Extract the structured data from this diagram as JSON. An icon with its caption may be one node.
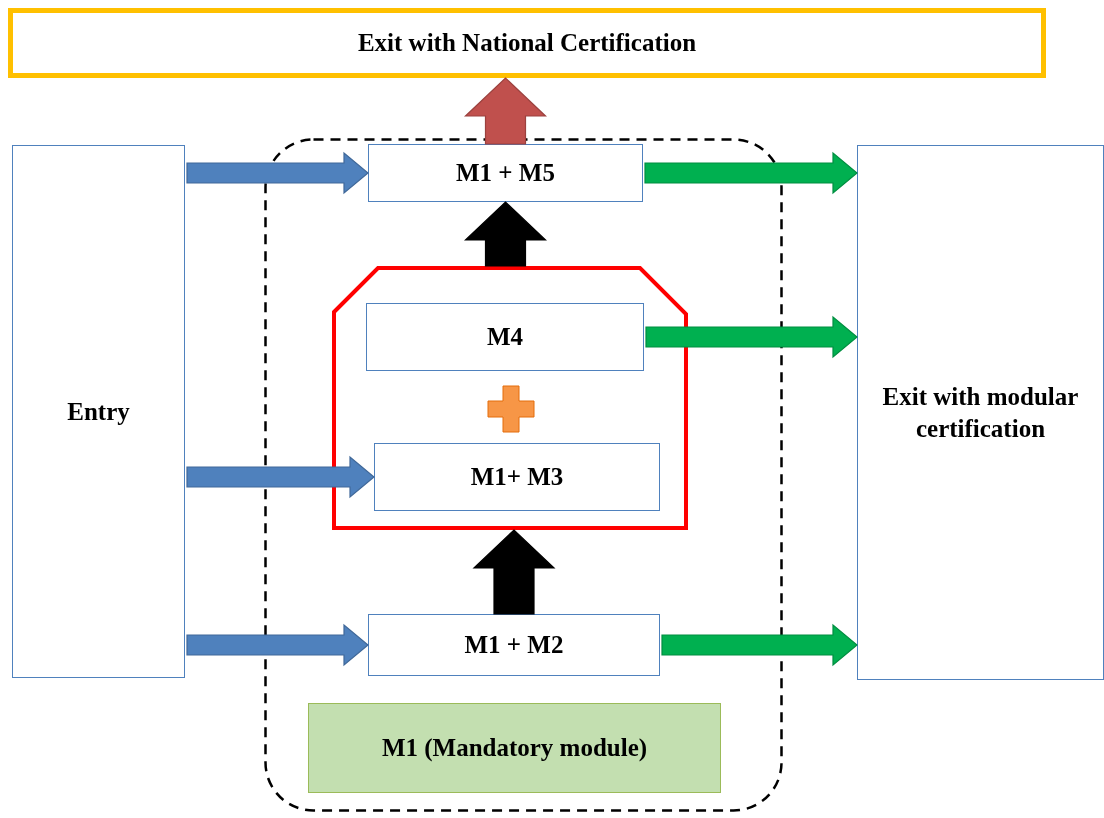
{
  "diagram": {
    "nodes": [
      {
        "text": [
          "Exit with National Certification"
        ]
      },
      {
        "text": [
          "Entry"
        ]
      },
      {
        "text": [],
        "shape": "box"
      },
      {
        "text": [
          "M1 + M5"
        ],
        "in": 2
      },
      {
        "text": [],
        "shape": "box",
        "in": 2
      },
      {
        "text": [
          "M4"
        ],
        "in": 4
      },
      {
        "text": [
          "M1+ M3"
        ],
        "in": 4
      },
      {
        "text": [
          "M1 + M2"
        ],
        "in": 2
      },
      {
        "text": [
          "M1 (Mandatory module)"
        ],
        "in": 2
      },
      {
        "text": [
          "Exit with modular certification"
        ]
      }
    ],
    "edges": [
      {
        "from": 1,
        "to": 3,
        "arrow": "to",
        "color": "#4f81bd"
      },
      {
        "from": 1,
        "to": 6,
        "arrow": "to",
        "color": "#4f81bd"
      },
      {
        "from": 1,
        "to": 7,
        "arrow": "to",
        "color": "#4f81bd"
      },
      {
        "from": 3,
        "to": 9,
        "arrow": "to",
        "color": "#00b050"
      },
      {
        "from": 5,
        "to": 9,
        "arrow": "to",
        "color": "#00b050"
      },
      {
        "from": 7,
        "to": 9,
        "arrow": "to",
        "color": "#00b050"
      },
      {
        "from": 3,
        "to": 0,
        "arrow": "to",
        "color": "#c0504d"
      },
      {
        "from": 4,
        "to": 3,
        "arrow": "to",
        "color": "#000000"
      },
      {
        "from": 7,
        "to": 4,
        "arrow": "to",
        "color": "#000000"
      }
    ]
  }
}
